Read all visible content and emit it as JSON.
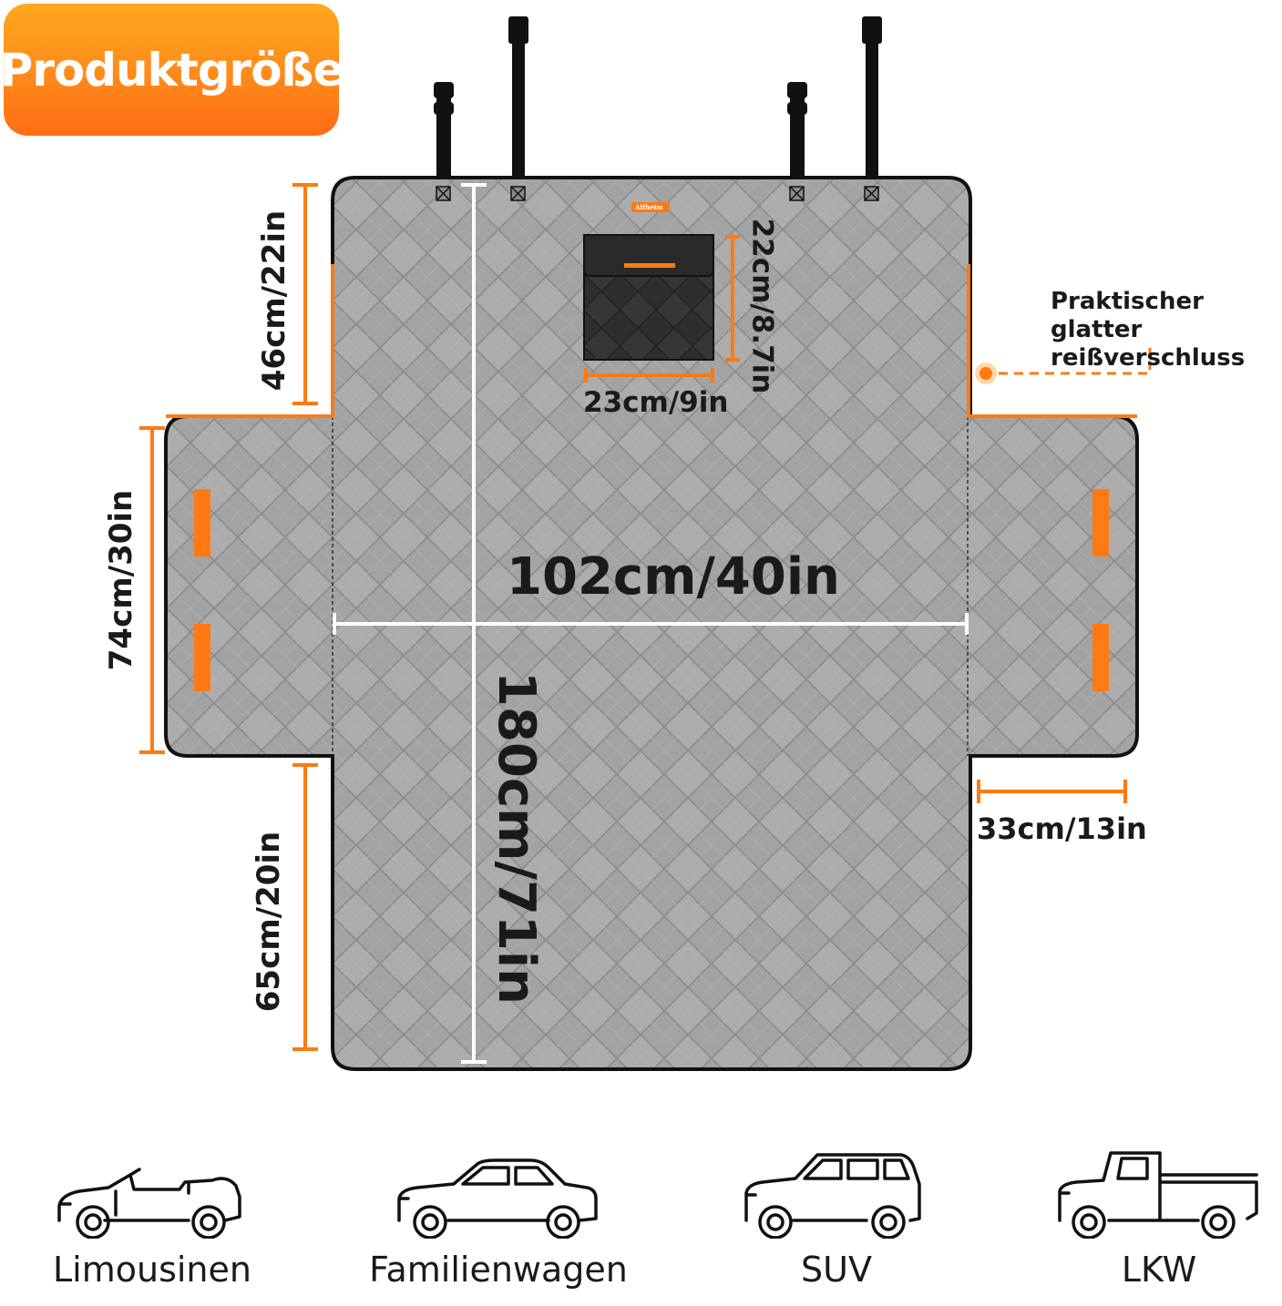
{
  "title": "Produktgröße",
  "brand_tag": "Alfheim",
  "dimensions": {
    "width_main": "102cm/40in",
    "length_main": "180cm/71in",
    "top_section": "46cm/22in",
    "side_flap_height": "74cm/30in",
    "bottom_section": "65cm/20in",
    "side_flap_width": "33cm/13in",
    "pocket_height": "22cm/8.7in",
    "pocket_width": "23cm/9in"
  },
  "zipper_note": {
    "line1": "Praktischer glatter",
    "line2": "reißverschluss"
  },
  "vehicles": [
    {
      "name": "Limousinen",
      "icon": "convertible-car-icon"
    },
    {
      "name": "Familienwagen",
      "icon": "sedan-car-icon"
    },
    {
      "name": "SUV",
      "icon": "suv-car-icon"
    },
    {
      "name": "LKW",
      "icon": "pickup-truck-icon"
    }
  ],
  "colors": {
    "accent": "#ff7a12",
    "cover": "#a6a6a6",
    "outline": "#111111",
    "measure": "#ffffff"
  }
}
